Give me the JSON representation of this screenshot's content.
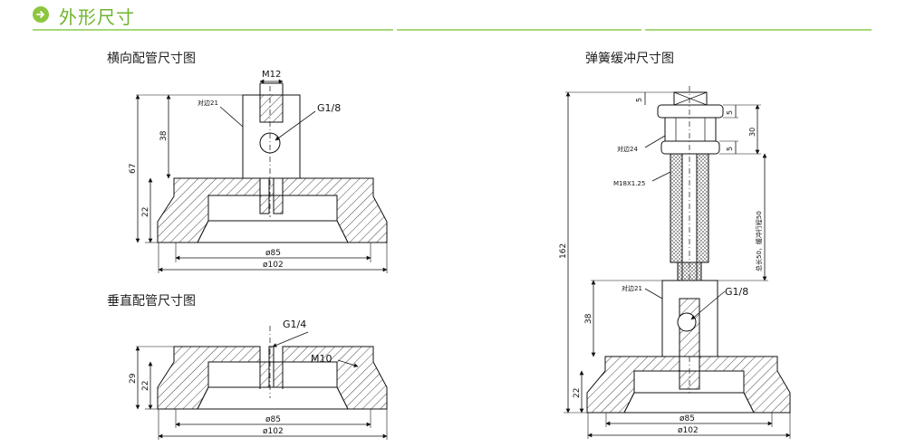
{
  "section": {
    "title": "外形尺寸",
    "icon": "arrow-right-circle-icon",
    "accent": "#8cc63f"
  },
  "horizontal": {
    "title": "横向配管尺寸图",
    "thread": "M12",
    "port": "G1/8",
    "flats": "对边21",
    "dims": {
      "d38": "38",
      "d67": "67",
      "d22": "22",
      "d85": "ø85",
      "d102": "ø102"
    }
  },
  "vertical": {
    "title": "垂直配管尺寸图",
    "port": "G1/4",
    "thread": "M10",
    "dims": {
      "d29": "29",
      "d22": "22",
      "d85": "ø85",
      "d102": "ø102"
    }
  },
  "spring": {
    "title": "弹簧缓冲尺寸图",
    "flats24": "对边24",
    "thread": "M18X1.25",
    "flats21": "对边21",
    "port": "G1/8",
    "stroke": "总长50，缓冲行程50",
    "dims": {
      "d5a": "5",
      "d5b": "5",
      "d5c": "5",
      "d30": "30",
      "d162": "162",
      "d38": "38",
      "d22": "22",
      "d85": "ø85",
      "d102": "ø102"
    }
  }
}
